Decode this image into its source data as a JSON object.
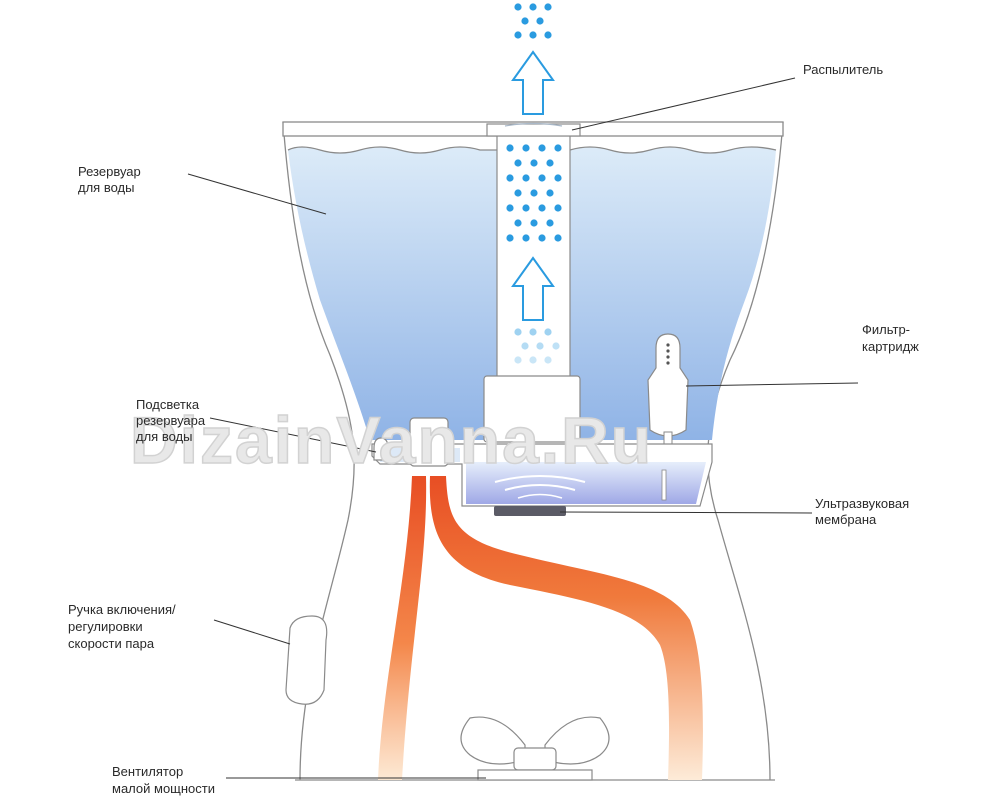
{
  "watermark": "DizainVanna.Ru",
  "labels": {
    "sprayer": "Распылитель",
    "reservoir": [
      "Резервуар",
      "для воды"
    ],
    "filter": [
      "Фильтр-",
      "картридж"
    ],
    "backlight": [
      "Подсветка",
      "резервуара",
      "для воды"
    ],
    "membrane": [
      "Ультразвуковая",
      "мембрана"
    ],
    "knob": [
      "Ручка включения/",
      "регулировки",
      "скорости пара"
    ],
    "fan": [
      "Вентилятор",
      "малой мощности"
    ]
  },
  "colors": {
    "water_top": "#dcebf8",
    "water_bottom": "#8fb3e6",
    "droplet": "#2a9be0",
    "airflow_hot": "#ea5a2c",
    "airflow_fade": "#fde7d0",
    "outline": "#8a8a8a"
  }
}
